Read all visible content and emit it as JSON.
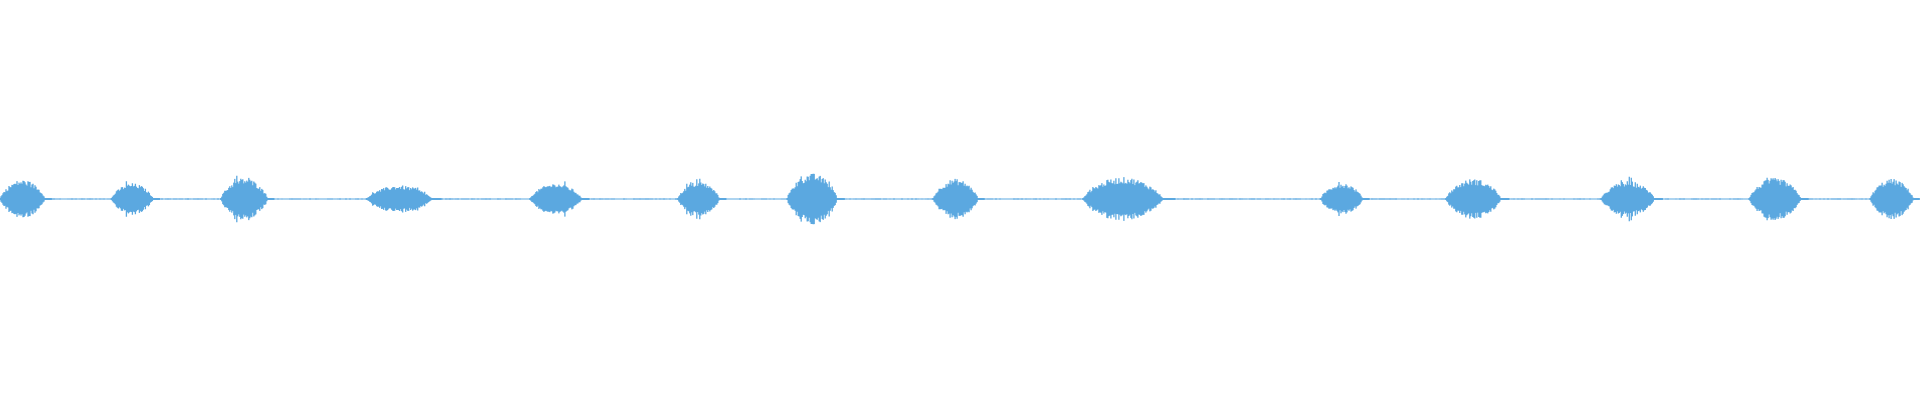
{
  "waveform": {
    "color": "#5ba8e0",
    "background": "#ffffff",
    "baseline_level": 0.02,
    "bursts": [
      {
        "start": 0.0,
        "end": 0.027,
        "level": 0.44
      },
      {
        "start": 0.058,
        "end": 0.083,
        "level": 0.36
      },
      {
        "start": 0.115,
        "end": 0.143,
        "level": 0.48
      },
      {
        "start": 0.191,
        "end": 0.23,
        "level": 0.31
      },
      {
        "start": 0.276,
        "end": 0.307,
        "level": 0.36
      },
      {
        "start": 0.353,
        "end": 0.378,
        "level": 0.4
      },
      {
        "start": 0.41,
        "end": 0.44,
        "level": 0.58
      },
      {
        "start": 0.486,
        "end": 0.513,
        "level": 0.46
      },
      {
        "start": 0.564,
        "end": 0.612,
        "level": 0.5
      },
      {
        "start": 0.688,
        "end": 0.713,
        "level": 0.37
      },
      {
        "start": 0.753,
        "end": 0.786,
        "level": 0.46
      },
      {
        "start": 0.834,
        "end": 0.866,
        "level": 0.41
      },
      {
        "start": 0.911,
        "end": 0.942,
        "level": 0.48
      },
      {
        "start": 0.974,
        "end": 1.0,
        "level": 0.46
      }
    ]
  }
}
